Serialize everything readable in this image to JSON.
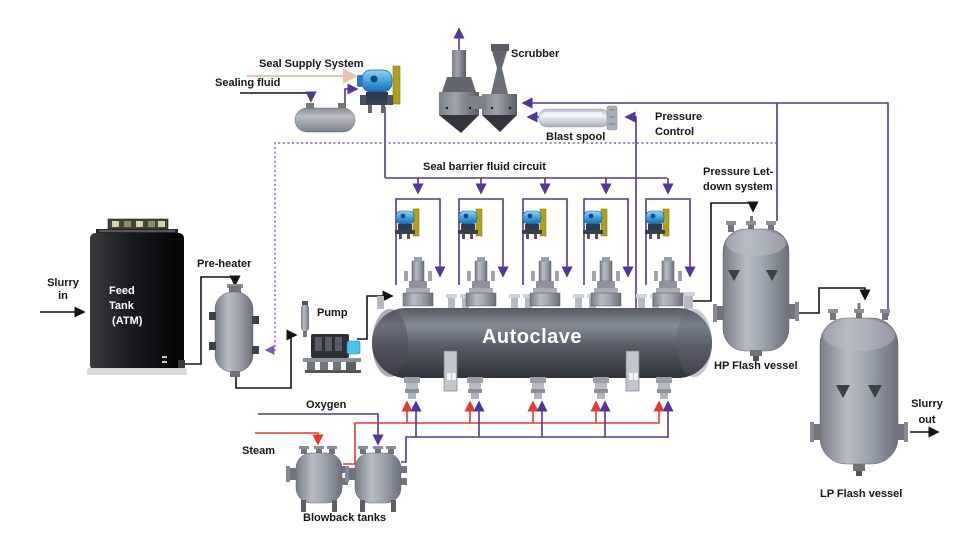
{
  "labels": {
    "slurry_in": "Slurry\nin",
    "feed_tank": "Feed\nTank\n (ATM)",
    "pre_heater": "Pre-heater",
    "pump": "Pump",
    "seal_supply_system": "Seal Supply System",
    "sealing_fluid": "Sealing fluid",
    "scrubber": "Scrubber",
    "blast_spool": "Blast spool",
    "pressure_control": "Pressure\nControl",
    "seal_barrier_circuit": "Seal barrier fluid circuit",
    "pressure_letdown": "Pressure Let-\ndown system",
    "hp_flash_vessel": "HP Flash vessel",
    "lp_flash_vessel": "LP Flash vessel",
    "slurry_out": "Slurry\nout",
    "oxygen": "Oxygen",
    "steam": "Steam",
    "blowback_tanks": "Blowback tanks",
    "autoclave": "Autoclave"
  },
  "colors": {
    "line_purple": "#53369b",
    "line_red": "#e33b33",
    "line_black": "#141414",
    "dotted_purple": "#8557c0",
    "arrow_salmon": "#eec3b2",
    "pump_blue": "#3498da",
    "plate_yellow": "#b0a01c",
    "autoclave_text": "#ffffff"
  }
}
